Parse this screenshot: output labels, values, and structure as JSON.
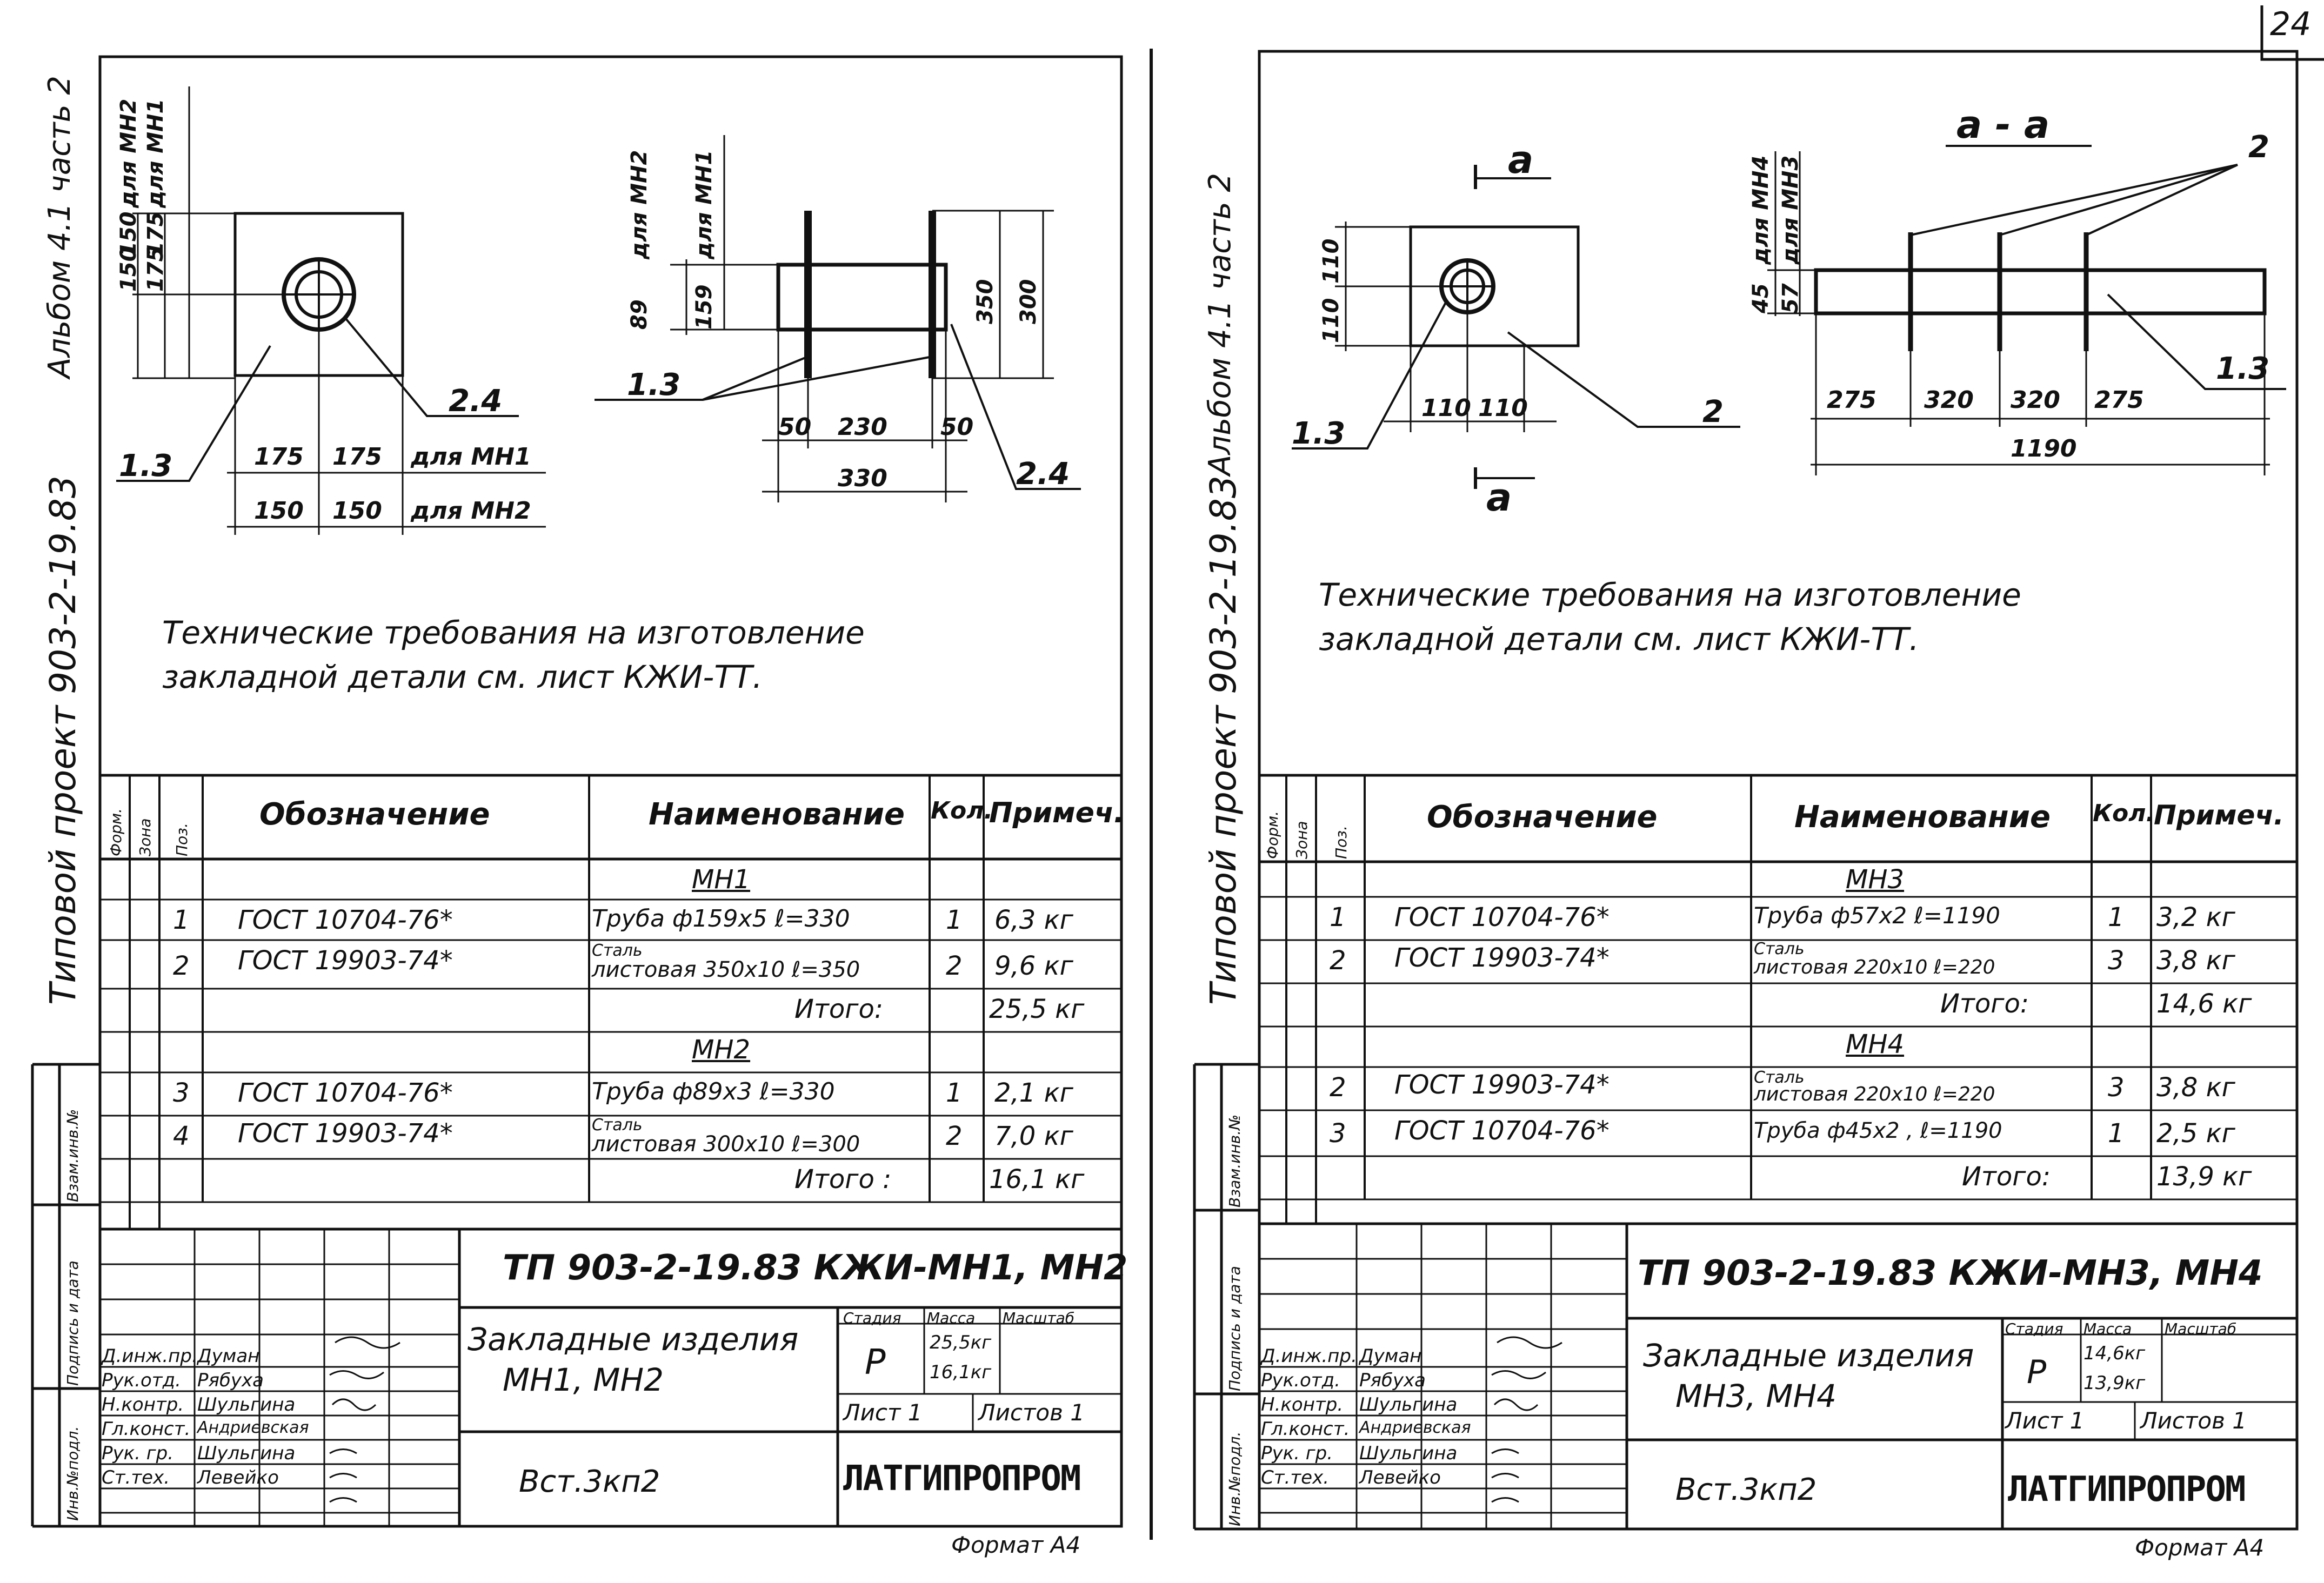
{
  "page_number": "24",
  "left_sheet": {
    "side_album": "Альбом 4.1 часть 2",
    "side_project": "Типовой проект 903-2-19.83",
    "side_stamp_cols": [
      "Взам.инв.№",
      "Подпись и дата",
      "Инв.№подл."
    ],
    "drawing": {
      "callouts": [
        "1.3",
        "2.4",
        "1.3",
        "2.4"
      ],
      "dims_horizontal": [
        "175",
        "175",
        "для МН1",
        "150",
        "150",
        "для МН2",
        "50",
        "230",
        "50",
        "330"
      ],
      "dims_vertical": [
        "150",
        "175",
        "150",
        "175",
        "для МН2",
        "для МН1",
        "89",
        "159",
        "для МН2",
        "для МН1",
        "350",
        "300"
      ]
    },
    "requirements": "Технические требования на изготовление закладной детали см. лист КЖИ-ТТ.",
    "table": {
      "headers": [
        "Форм.",
        "Зона",
        "Поз.",
        "Обозначение",
        "Наименование",
        "Кол.",
        "Примеч."
      ],
      "groups": [
        {
          "title": "МН1",
          "rows": [
            {
              "pos": "1",
              "code": "ГОСТ 10704-76*",
              "name": "Труба ф159x5 ℓ=330",
              "qty": "1",
              "note": "6,3 кг"
            },
            {
              "pos": "2",
              "code": "ГОСТ 19903-74*",
              "name_top": "Сталь",
              "name": "листовая 350x10 ℓ=350",
              "qty": "2",
              "note": "9,6 кг"
            }
          ],
          "total_label": "Итого:",
          "total": "25,5 кг"
        },
        {
          "title": "МН2",
          "rows": [
            {
              "pos": "3",
              "code": "ГОСТ 10704-76*",
              "name": "Труба ф89x3 ℓ=330",
              "qty": "1",
              "note": "2,1 кг"
            },
            {
              "pos": "4",
              "code": "ГОСТ 19903-74*",
              "name_top": "Сталь",
              "name": "листовая 300x10 ℓ=300",
              "qty": "2",
              "note": "7,0 кг"
            }
          ],
          "total_label": "Итого :",
          "total": "16,1 кг"
        }
      ]
    },
    "title_block": {
      "code": "ТП 903-2-19.83 КЖИ-МН1, МН2",
      "name_line1": "Закладные изделия",
      "name_line2": "МН1, МН2",
      "material": "Вст.3кп2",
      "stage_label": "Стадия",
      "mass_label": "Масса",
      "scale_label": "Масштаб",
      "stage": "Р",
      "mass1": "25,5кг",
      "mass2": "16,1кг",
      "sheet_label": "Лист 1",
      "sheets_label": "Листов 1",
      "org": "ЛАТГИПРОПРОМ",
      "signers": [
        {
          "role": "Д.инж.пр.",
          "name": "Думан"
        },
        {
          "role": "Рук.отд.",
          "name": "Рябуха"
        },
        {
          "role": "Н.контр.",
          "name": "Шульгина"
        },
        {
          "role": "Гл.конст.",
          "name": "Андриевская"
        },
        {
          "role": "Рук. гр.",
          "name": "Шульгина"
        },
        {
          "role": "Ст.тех.",
          "name": "Левейко"
        }
      ],
      "format": "Формат А4"
    }
  },
  "right_sheet": {
    "side_album": "Альбом 4.1 часть 2",
    "side_project": "Типовой проект 903-2-19.83",
    "side_stamp_cols": [
      "Взам.инв.№",
      "Подпись и дата",
      "Инв.№подл."
    ],
    "drawing": {
      "section_title": "а - а",
      "section_marks": [
        "а",
        "а"
      ],
      "callouts": [
        "1.3",
        "2",
        "2",
        "1.3"
      ],
      "dims_horizontal": [
        "110",
        "110",
        "275",
        "320",
        "320",
        "275",
        "1190"
      ],
      "dims_vertical": [
        "110",
        "110",
        "45",
        "57",
        "для МН4",
        "для МН3"
      ]
    },
    "requirements": "Технические требования на изготовление закладной детали см. лист КЖИ-ТТ.",
    "table": {
      "headers": [
        "Форм.",
        "Зона",
        "Поз.",
        "Обозначение",
        "Наименование",
        "Кол.",
        "Примеч."
      ],
      "groups": [
        {
          "title": "МН3",
          "rows": [
            {
              "pos": "1",
              "code": "ГОСТ 10704-76*",
              "name": "Труба ф57x2 ℓ=1190",
              "qty": "1",
              "note": "3,2 кг"
            },
            {
              "pos": "2",
              "code": "ГОСТ 19903-74*",
              "name_top": "Сталь",
              "name": "листовая 220x10 ℓ=220",
              "qty": "3",
              "note": "3,8 кг"
            }
          ],
          "total_label": "Итого:",
          "total": "14,6 кг"
        },
        {
          "title": "МН4",
          "rows": [
            {
              "pos": "2",
              "code": "ГОСТ 19903-74*",
              "name_top": "Сталь",
              "name": "листовая 220x10 ℓ=220",
              "qty": "3",
              "note": "3,8 кг"
            },
            {
              "pos": "3",
              "code": "ГОСТ 10704-76*",
              "name": "Труба ф45x2 , ℓ=1190",
              "qty": "1",
              "note": "2,5 кг"
            }
          ],
          "total_label": "Итого:",
          "total": "13,9 кг"
        }
      ]
    },
    "title_block": {
      "code": "ТП 903-2-19.83 КЖИ-МН3, МН4",
      "name_line1": "Закладные изделия",
      "name_line2": "МН3, МН4",
      "material": "Вст.3кп2",
      "stage_label": "Стадия",
      "mass_label": "Масса",
      "scale_label": "Масштаб",
      "stage": "Р",
      "mass1": "14,6кг",
      "mass2": "13,9кг",
      "sheet_label": "Лист 1",
      "sheets_label": "Листов 1",
      "org": "ЛАТГИПРОПРОМ",
      "signers": [
        {
          "role": "Д.инж.пр.",
          "name": "Думан"
        },
        {
          "role": "Рук.отд.",
          "name": "Рябуха"
        },
        {
          "role": "Н.контр.",
          "name": "Шульгина"
        },
        {
          "role": "Гл.конст.",
          "name": "Андриевская"
        },
        {
          "role": "Рук. гр.",
          "name": "Шульгина"
        },
        {
          "role": "Ст.тех.",
          "name": "Левейко"
        }
      ],
      "format": "Формат А4"
    }
  }
}
